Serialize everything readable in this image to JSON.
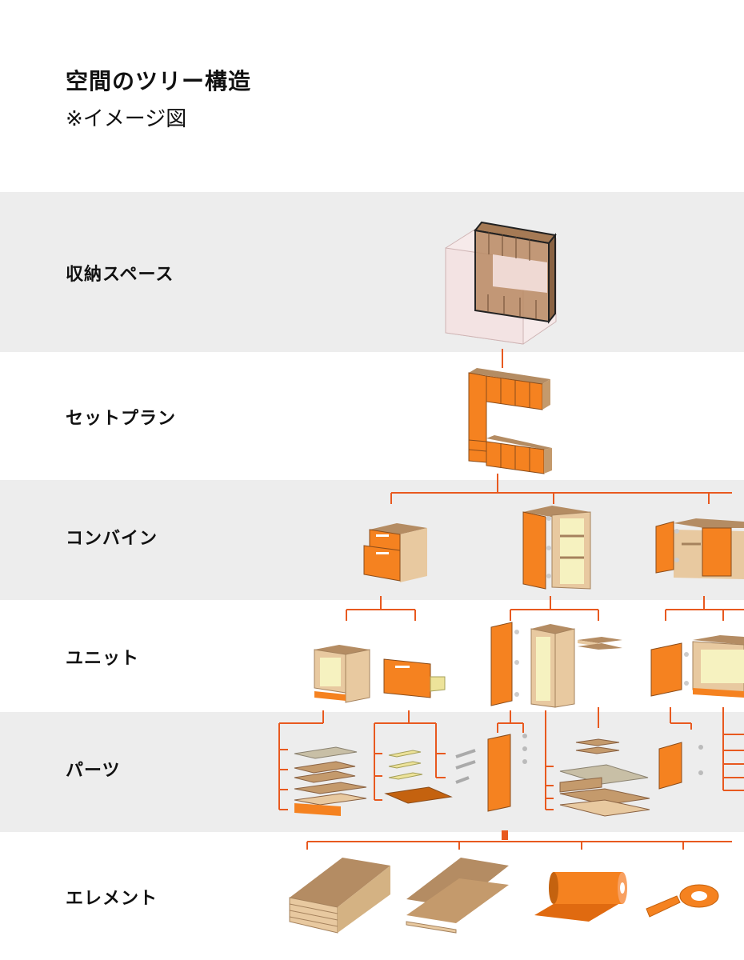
{
  "title": "空間のツリー構造",
  "subtitle": "※イメージ図",
  "levels": [
    {
      "label": "収納スペース"
    },
    {
      "label": "セットプラン"
    },
    {
      "label": "コンバイン"
    },
    {
      "label": "ユニット"
    },
    {
      "label": "パーツ"
    },
    {
      "label": "エレメント"
    }
  ],
  "colors": {
    "accent": "#e8591f",
    "orange": "#f58220",
    "wood": "#c49a6c",
    "woodLight": "#e8c9a0",
    "band": "#ededed"
  }
}
